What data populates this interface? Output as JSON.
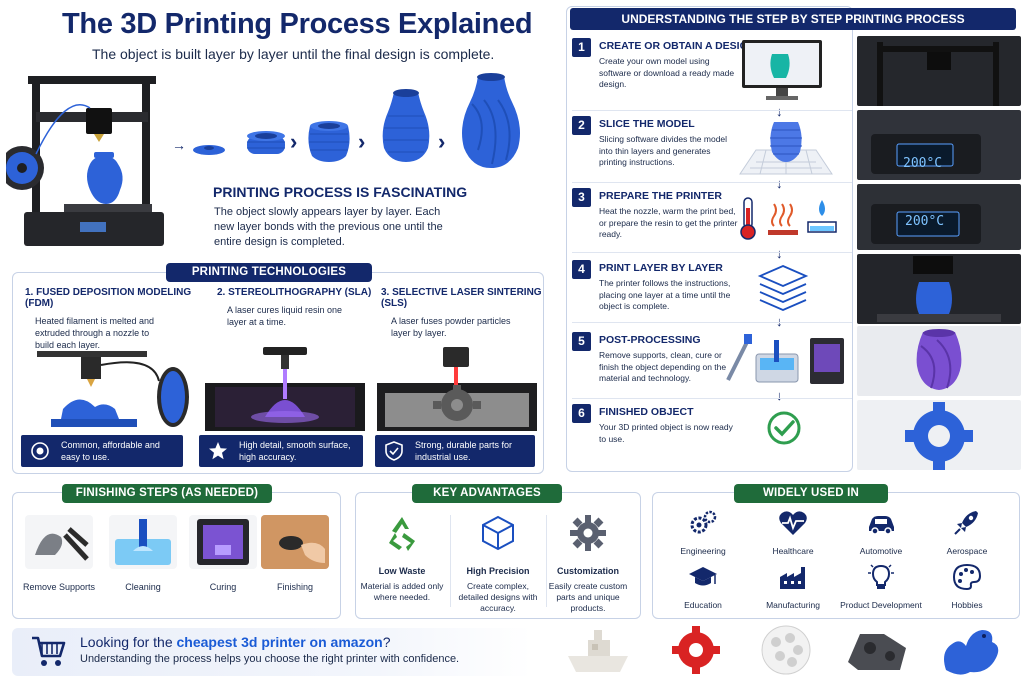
{
  "header": {
    "title": "The 3D Printing Process Explained",
    "subtitle": "The object is built layer by layer until the final design is complete."
  },
  "fascinating": {
    "title": "PRINTING PROCESS IS FASCINATING",
    "text": "The object slowly appears layer by layer. Each new layer bonds with the previous one until the entire design is completed."
  },
  "technologies": {
    "heading": "PRINTING TECHNOLOGIES",
    "items": [
      {
        "name": "1. FUSED DEPOSITION MODELING (FDM)",
        "desc": "Heated filament is melted and extruded through a nozzle to build each layer.",
        "badge": "Common, affordable and easy to use.",
        "icon": "target-icon"
      },
      {
        "name": "2. STEREOLITHOGRAPHY (SLA)",
        "desc": "A laser cures liquid resin one layer at a time.",
        "badge": "High detail, smooth surface, high accuracy.",
        "icon": "star-icon"
      },
      {
        "name": "3. SELECTIVE LASER SINTERING (SLS)",
        "desc": "A laser fuses powder particles layer by layer.",
        "badge": "Strong, durable parts for industrial use.",
        "icon": "shield-icon"
      }
    ]
  },
  "steps": {
    "heading": "UNDERSTANDING THE STEP BY STEP PRINTING PROCESS",
    "items": [
      {
        "num": "1",
        "title": "CREATE OR OBTAIN A DESIGN",
        "desc": "Create your own model using software or download a ready made design."
      },
      {
        "num": "2",
        "title": "SLICE THE MODEL",
        "desc": "Slicing software divides the model into thin layers and generates printing instructions."
      },
      {
        "num": "3",
        "title": "PREPARE THE PRINTER",
        "desc": "Heat the nozzle, warm the print bed, or prepare the resin to get the printer ready."
      },
      {
        "num": "4",
        "title": "PRINT LAYER BY LAYER",
        "desc": "The printer follows the instructions, placing one layer at a time until the object is complete."
      },
      {
        "num": "5",
        "title": "POST-PROCESSING",
        "desc": "Remove supports, clean, cure or finish the object depending on the material and technology."
      },
      {
        "num": "6",
        "title": "FINISHED OBJECT",
        "desc": "Your 3D printed object is now ready to use."
      }
    ],
    "display_temp_1": "200°C",
    "display_temp_2": "200°C"
  },
  "finishing": {
    "heading": "FINISHING STEPS (AS NEEDED)",
    "items": [
      {
        "label": "Remove Supports"
      },
      {
        "label": "Cleaning"
      },
      {
        "label": "Curing"
      },
      {
        "label": "Finishing"
      }
    ]
  },
  "advantages": {
    "heading": "KEY ADVANTAGES",
    "items": [
      {
        "title": "Low Waste",
        "desc": "Material is added only where needed.",
        "icon": "recycle-icon"
      },
      {
        "title": "High Precision",
        "desc": "Create complex, detailed designs with accuracy.",
        "icon": "cube-icon"
      },
      {
        "title": "Customization",
        "desc": "Easily create custom parts and unique products.",
        "icon": "gear-icon"
      }
    ]
  },
  "uses": {
    "heading": "WIDELY USED IN",
    "items": [
      {
        "label": "Engineering",
        "icon": "gears-icon"
      },
      {
        "label": "Healthcare",
        "icon": "heart-pulse-icon"
      },
      {
        "label": "Automotive",
        "icon": "car-icon"
      },
      {
        "label": "Aerospace",
        "icon": "rocket-icon"
      },
      {
        "label": "Education",
        "icon": "graduation-cap-icon"
      },
      {
        "label": "Manufacturing",
        "icon": "factory-icon"
      },
      {
        "label": "Product Development",
        "icon": "lightbulb-icon"
      },
      {
        "label": "Hobbies",
        "icon": "palette-icon"
      }
    ]
  },
  "cta": {
    "question_prefix": "Looking for the ",
    "question_highlight": "cheapest 3d printer on amazon",
    "question_suffix": "?",
    "sub": "Understanding the process helps you choose the right printer with confidence."
  },
  "colors": {
    "navy": "#13286b",
    "green": "#1f6b3a",
    "blue_print": "#2d62d8",
    "purple": "#7a4fd1",
    "red": "#d92323"
  }
}
